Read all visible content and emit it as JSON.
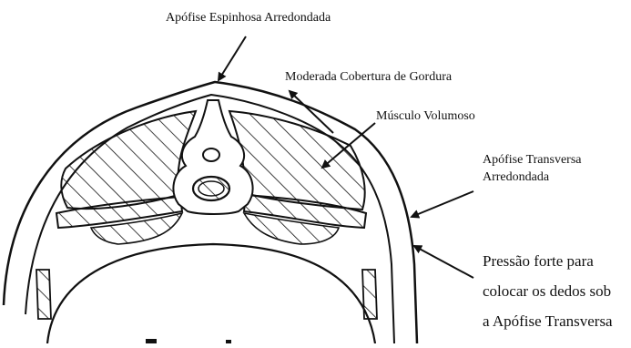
{
  "labels": {
    "spinous_process": "Apófise Espinhosa Arredondada",
    "fat_cover": "Moderada Cobertura de Gordura",
    "muscle": "Músculo Volumoso",
    "transverse_line1": "Apófise Transversa",
    "transverse_line2": "Arredondada",
    "pressure_line1": "Pressão forte para",
    "pressure_line2": "colocar os dedos sob",
    "pressure_line3": "a Apófise Transversa"
  },
  "colors": {
    "ink": "#111111",
    "background": "#ffffff"
  }
}
